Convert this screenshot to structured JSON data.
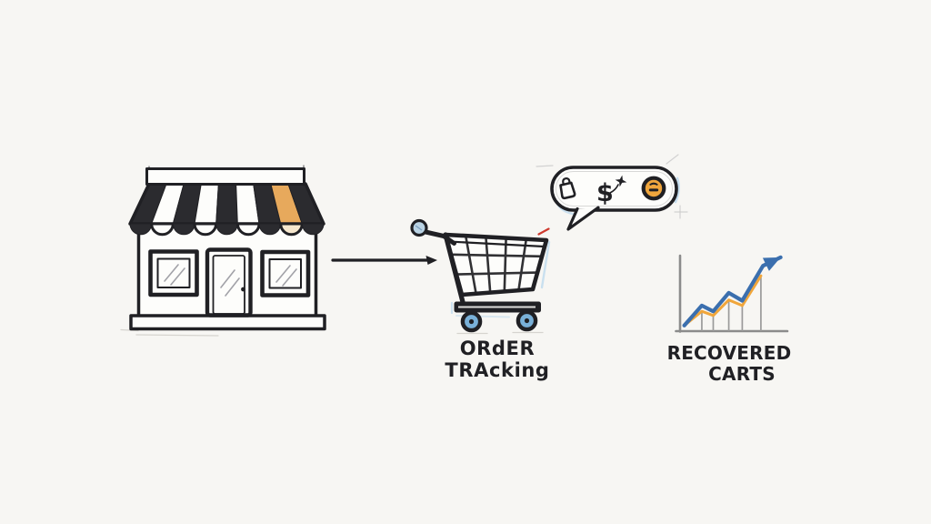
{
  "colors": {
    "background": "#f7f6f3",
    "paper_white": "#fdfdfb",
    "ink": "#202024",
    "stripe_dark": "#2b2b2f",
    "awning_orange": "#e7a95c",
    "face_orange": "#f0a63d",
    "chart_blue": "#3b6fae",
    "chart_orange": "#f0a63b",
    "wheel_hub_blue": "#79b0d8",
    "knob_blue": "#bad3e4",
    "axis_gray": "#8b8b8b",
    "dropline_gray": "#9a9a9a",
    "accent_red": "#cf3a2e",
    "sketch_blue": "#b9d8ee",
    "guide_gray": "#cccccc",
    "glass_gray": "#a2a2a8"
  },
  "labels": {
    "order_tracking": "ORdER TRAcking",
    "recovered_line1": "RECOVERED",
    "recovered_line2": "CARTS"
  },
  "bubble": {
    "dollar_text": "$",
    "icons": [
      "shopping-bag-icon",
      "dollar-sparkle-icon",
      "coin-face-icon"
    ]
  },
  "chart_data": {
    "type": "line",
    "title": "RECOVERED CARTS",
    "xlabel": "",
    "ylabel": "",
    "x_axis": {
      "visible": true,
      "tick_labels": []
    },
    "y_axis": {
      "visible": true,
      "tick_labels": []
    },
    "value_scale": [
      0,
      100
    ],
    "legend": "none",
    "grid": false,
    "series": [
      {
        "name": "recovered-trend-blue",
        "color_key": "chart_blue",
        "stroke_width": 4.2,
        "arrow_end": true,
        "points": [
          [
            4,
            8
          ],
          [
            21,
            36
          ],
          [
            32,
            28
          ],
          [
            47,
            54
          ],
          [
            60,
            43
          ],
          [
            80,
            92
          ],
          [
            97,
            104
          ]
        ]
      },
      {
        "name": "baseline-trend-orange",
        "color_key": "chart_orange",
        "stroke_width": 3,
        "arrow_end": false,
        "points": [
          [
            4,
            8
          ],
          [
            21,
            28
          ],
          [
            32,
            22
          ],
          [
            47,
            44
          ],
          [
            60,
            36
          ],
          [
            78,
            78
          ]
        ]
      }
    ],
    "droplines": [
      [
        21,
        27
      ],
      [
        32,
        21
      ],
      [
        47,
        43
      ],
      [
        60,
        35
      ],
      [
        78,
        76
      ]
    ]
  }
}
